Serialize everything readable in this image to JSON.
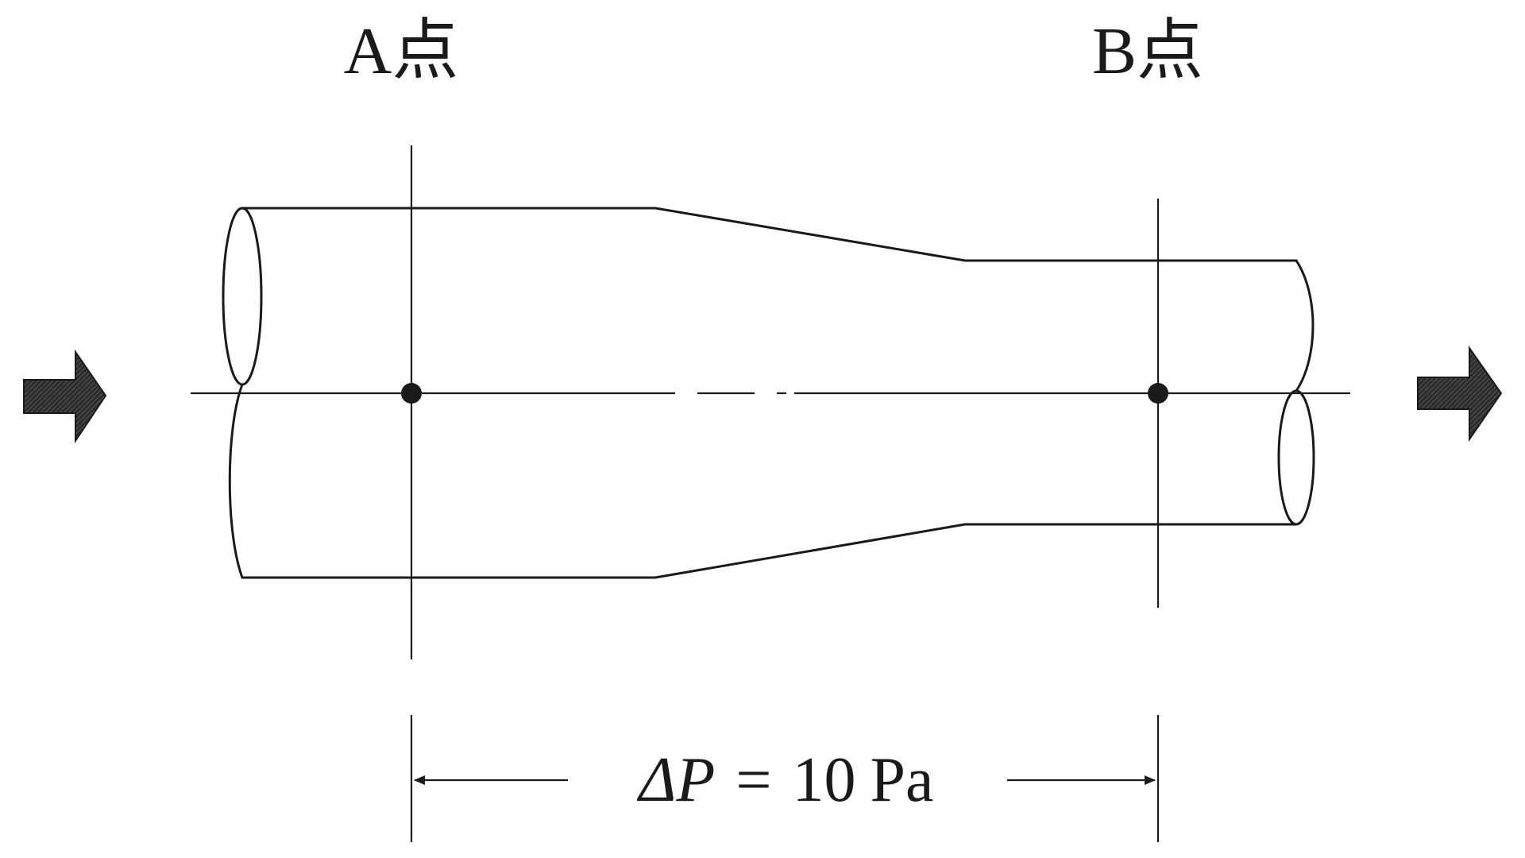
{
  "labels": {
    "point_a": "A点",
    "point_b": "B点"
  },
  "pressure": {
    "delta_symbol": "Δ",
    "variable": "P",
    "equals": "=",
    "value": "10",
    "unit": "Pa"
  },
  "colors": {
    "line": "#1a1a1a",
    "background": "#ffffff",
    "arrow_fill": "#2b2b2b"
  },
  "icons": {
    "inlet": "flow-in-arrow-icon",
    "outlet": "flow-out-arrow-icon"
  }
}
